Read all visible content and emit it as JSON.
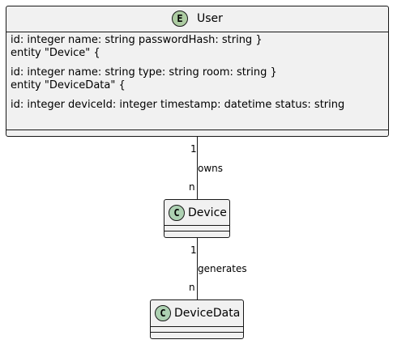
{
  "entities": {
    "user": {
      "stereotype": "E",
      "name": "User",
      "body_lines": [
        "id: integer name: string passwordHash: string }",
        "entity \"Device\" {",
        "",
        "id: integer name: string type: string room: string }",
        "entity \"DeviceData\" {",
        "",
        "id: integer deviceId: integer timestamp: datetime status: string"
      ]
    },
    "device": {
      "stereotype": "C",
      "name": "Device"
    },
    "device_data": {
      "stereotype": "C",
      "name": "DeviceData"
    }
  },
  "relations": [
    {
      "label": "owns",
      "from_mult": "1",
      "to_mult": "n"
    },
    {
      "label": "generates",
      "from_mult": "1",
      "to_mult": "n"
    }
  ],
  "colors": {
    "box_fill": "#f1f1f1",
    "border": "#181818",
    "entity_badge": "#adcca2",
    "class_badge": "#add1b2"
  }
}
